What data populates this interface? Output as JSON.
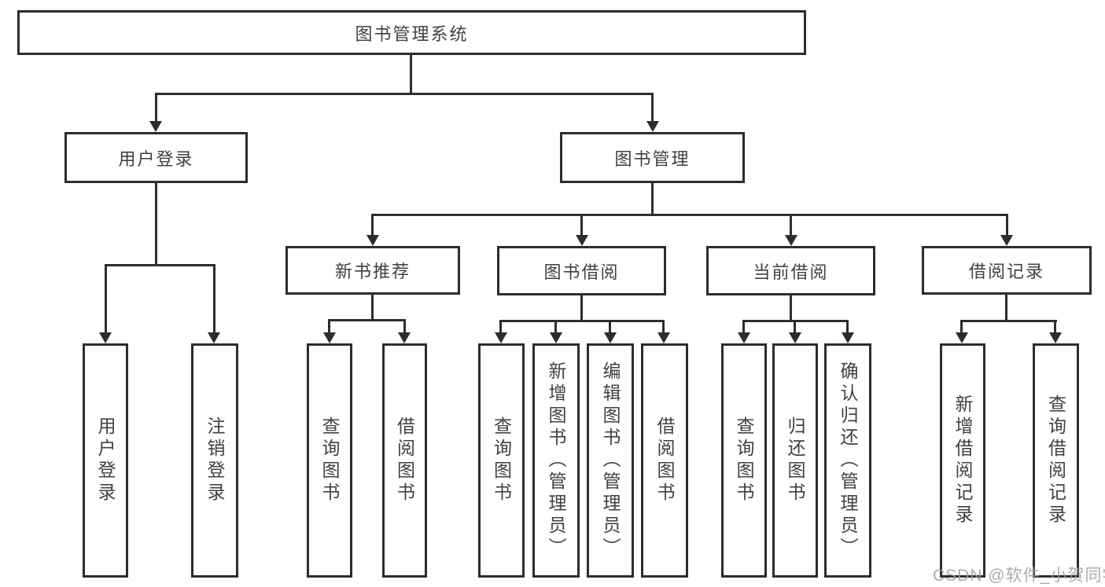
{
  "watermark": "CSDN @软件_小贺同学",
  "colors": {
    "line": "#2d2d2d",
    "box_border": "#2d2d2d",
    "text": "#414141",
    "background": "#ffffff",
    "watermark": "#9e9e9e"
  },
  "tree": {
    "root": {
      "label": "图书管理系统",
      "children": [
        {
          "label": "用户登录",
          "children": [
            {
              "label": "用户登录"
            },
            {
              "label": "注销登录"
            }
          ]
        },
        {
          "label": "图书管理",
          "children": [
            {
              "label": "新书推荐",
              "children": [
                {
                  "label": "查询图书"
                },
                {
                  "label": "借阅图书"
                }
              ]
            },
            {
              "label": "图书借阅",
              "children": [
                {
                  "label": "查询图书"
                },
                {
                  "label": "新增图书（管理员）"
                },
                {
                  "label": "编辑图书（管理员）"
                },
                {
                  "label": "借阅图书"
                }
              ]
            },
            {
              "label": "当前借阅",
              "children": [
                {
                  "label": "查询图书"
                },
                {
                  "label": "归还图书"
                },
                {
                  "label": "确认归还（管理员）"
                }
              ]
            },
            {
              "label": "借阅记录",
              "children": [
                {
                  "label": "新增借阅记录"
                },
                {
                  "label": "查询借阅记录"
                }
              ]
            }
          ]
        }
      ]
    }
  }
}
